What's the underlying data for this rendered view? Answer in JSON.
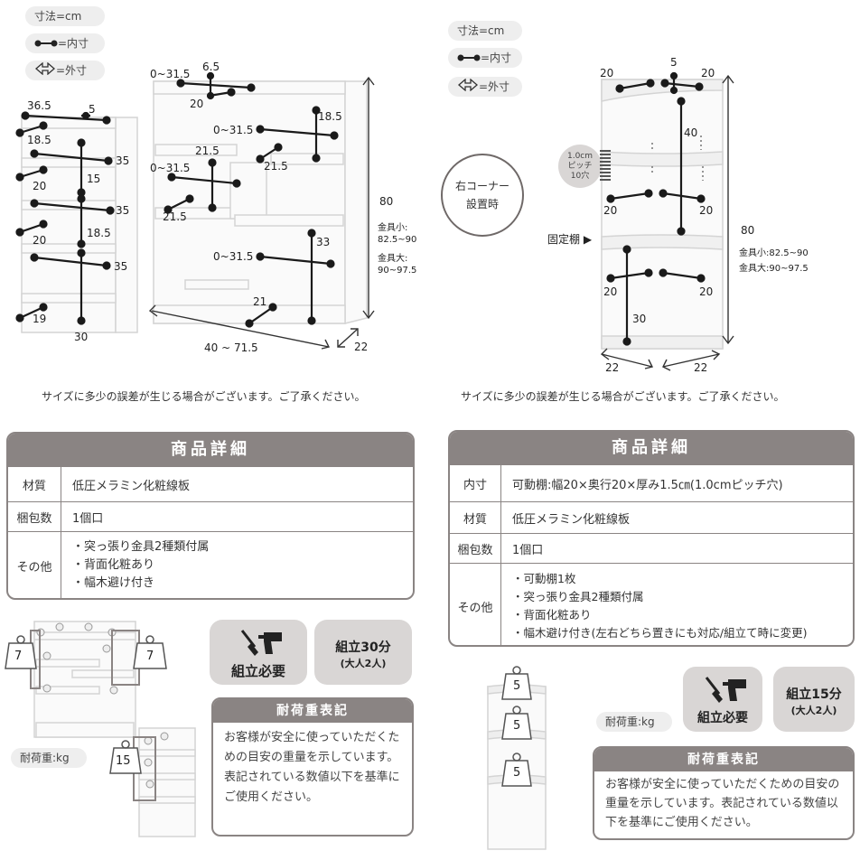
{
  "legend": {
    "unit": "寸法=cm",
    "inner": "=内寸",
    "outer": "=外寸"
  },
  "left_dims": {
    "d36_5": "36.5",
    "d5a": "5",
    "d18_5a": "18.5",
    "d35a": "35",
    "d20a": "20",
    "d15": "15",
    "d35b": "35",
    "d20b": "20",
    "d18_5b": "18.5",
    "d35c": "35",
    "d19": "19",
    "d30": "30",
    "d0_31_5a": "0~31.5",
    "d6_5": "6.5",
    "d20c": "20",
    "d0_31_5b": "0~31.5",
    "d18_5c": "18.5",
    "d21_5a": "21.5",
    "d21_5b": "21.5",
    "d0_31_5c": "0~31.5",
    "d21_5c": "21.5",
    "d0_31_5d": "0~31.5",
    "d33": "33",
    "d21": "21",
    "d80": "80",
    "kanagu_s": "金具小:",
    "kanagu_s_v": "82.5~90",
    "kanagu_l": "金具大:",
    "kanagu_l_v": "90~97.5",
    "width": "40 ~ 71.5",
    "depth": "22"
  },
  "right_dims": {
    "corner_label": "右コーナー\n設置時",
    "d20a": "20",
    "d5": "5",
    "d20b": "20",
    "d40": "40",
    "pitch": "1.0cm\nピッチ\n10穴",
    "d20c": "20",
    "d20d": "20",
    "fixed": "固定棚 ▶",
    "d20e": "20",
    "d20f": "20",
    "d30": "30",
    "d22a": "22",
    "d22b": "22",
    "d80": "80",
    "kanagu": "金具小:82.5~90\n金具大:90~97.5"
  },
  "disclaimer_left": "サイズに多少の誤差が生じる場合がございます。ご了承ください。",
  "disclaimer_right": "サイズに多少の誤差が生じる場合がございます。ご了承ください。",
  "details_left": {
    "title": "商品詳細",
    "rows": [
      {
        "k": "材質",
        "v": [
          "低圧メラミン化粧線板"
        ]
      },
      {
        "k": "梱包数",
        "v": [
          "1個口"
        ]
      },
      {
        "k": "その他",
        "v": [
          "・突っ張り金具2種類付属",
          "・背面化粧あり",
          "・幅木避け付き"
        ]
      }
    ]
  },
  "details_right": {
    "title": "商品詳細",
    "rows": [
      {
        "k": "内寸",
        "v": [
          "可動棚:幅20×奥行20×厚み1.5㎝(1.0cmピッチ穴)"
        ]
      },
      {
        "k": "材質",
        "v": [
          "低圧メラミン化粧線板"
        ]
      },
      {
        "k": "梱包数",
        "v": [
          "1個口"
        ]
      },
      {
        "k": "その他",
        "v": [
          "・可動棚1枚",
          "・突っ張り金具2種類付属",
          "・背面化粧あり",
          "・幅木避け付き(左右どちら置きにも対応/組立て時に変更)"
        ]
      }
    ]
  },
  "weights_left": {
    "w1": "7",
    "w2": "7",
    "w3": "15",
    "label": "耐荷重:kg"
  },
  "weights_right": {
    "w1": "5",
    "w2": "5",
    "w3": "5",
    "label": "耐荷重:kg"
  },
  "badges_left": {
    "assembly": "組立必要",
    "time": "組立30分",
    "people": "(大人2人)"
  },
  "badges_right": {
    "assembly": "組立必要",
    "time": "組立15分",
    "people": "(大人2人)"
  },
  "load_left": {
    "title": "耐荷重表記",
    "body": "お客様が安全に使っていただくための目安の重量を示しています。表記されている数値以下を基準にご使用ください。"
  },
  "load_right": {
    "title": "耐荷重表記",
    "body": "お客様が安全に使っていただくための目安の重量を示しています。表記されている数値以下を基準にご使用ください。"
  },
  "colors": {
    "panel": "#8a8483",
    "badge_bg": "#d9d6d5",
    "text": "#333333"
  }
}
